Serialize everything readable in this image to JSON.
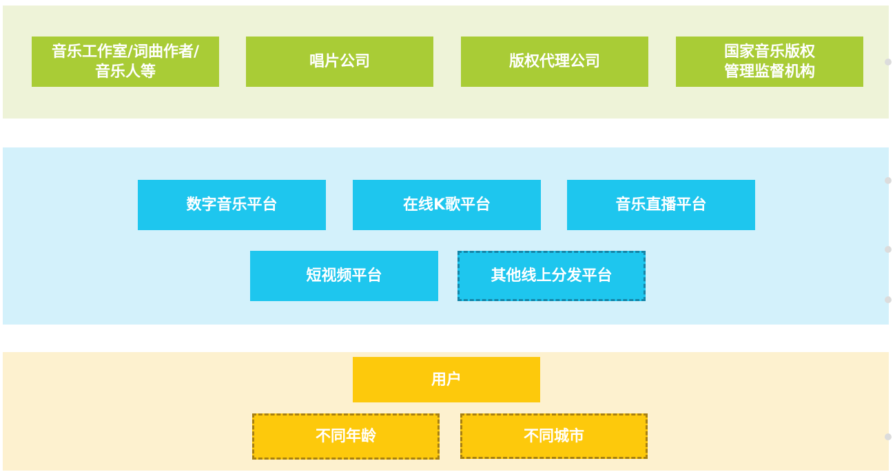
{
  "layers": {
    "industry": {
      "boxes": [
        {
          "label": "音乐工作室/词曲作者/\n音乐人等"
        },
        {
          "label": "唱片公司"
        },
        {
          "label": "版权代理公司"
        },
        {
          "label": "国家音乐版权\n管理监督机构"
        }
      ]
    },
    "platform": {
      "boxes": [
        {
          "label": "数字音乐平台"
        },
        {
          "label": "在线K歌平台"
        },
        {
          "label": "音乐直播平台"
        },
        {
          "label": "短视频平台"
        },
        {
          "label": "其他线上分发平台"
        }
      ]
    },
    "user": {
      "boxes": [
        {
          "label": "用户"
        },
        {
          "label": "不同年龄"
        },
        {
          "label": "不同城市"
        }
      ]
    }
  },
  "colors": {
    "green_band": "#eef3d8",
    "green_box": "#a9cc36",
    "blue_band": "#d3f1fb",
    "blue_box": "#1ec6ee",
    "yellow_band": "#fdf1cf",
    "yellow_box": "#fdc90c"
  }
}
